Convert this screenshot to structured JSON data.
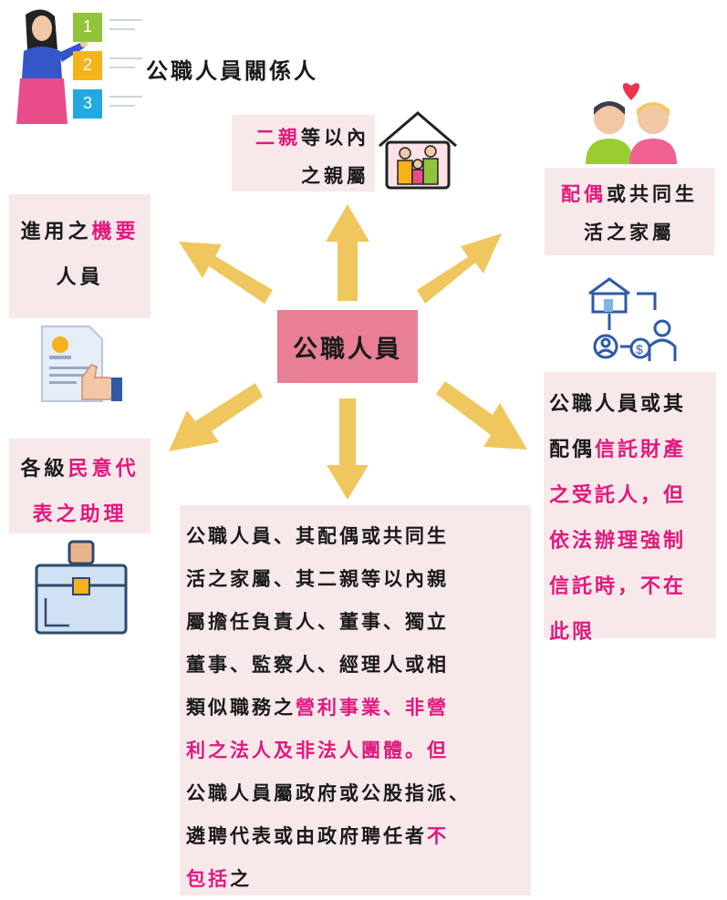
{
  "title": "公職人員關係人",
  "center": "公職人員",
  "boxes": {
    "relatives": {
      "lines": [
        [
          {
            "t": "二親",
            "c": "pink"
          },
          {
            "t": "等以內",
            "c": "black"
          }
        ],
        [
          {
            "t": "之親屬",
            "c": "black"
          }
        ]
      ]
    },
    "spouse": {
      "lines": [
        [
          {
            "t": "配偶",
            "c": "pink"
          },
          {
            "t": "或共同生",
            "c": "black"
          }
        ],
        [
          {
            "t": "活之家屬",
            "c": "black"
          }
        ]
      ]
    },
    "confidential": {
      "lines": [
        [
          {
            "t": "進用之",
            "c": "black"
          },
          {
            "t": "機要",
            "c": "pink"
          }
        ],
        [
          {
            "t": "人員",
            "c": "black"
          }
        ]
      ]
    },
    "assistant": {
      "lines": [
        [
          {
            "t": "各級",
            "c": "black"
          },
          {
            "t": "民意代",
            "c": "pink"
          }
        ],
        [
          {
            "t": "表之助理",
            "c": "pink"
          }
        ]
      ]
    },
    "trustee": {
      "lines": [
        [
          {
            "t": "公職人員或其",
            "c": "black"
          }
        ],
        [
          {
            "t": "配偶",
            "c": "black"
          },
          {
            "t": "信託財產",
            "c": "pink"
          }
        ],
        [
          {
            "t": "之受託人，但",
            "c": "pink"
          }
        ],
        [
          {
            "t": "依法辦理強制",
            "c": "pink"
          }
        ],
        [
          {
            "t": "信託時，不在",
            "c": "pink"
          }
        ],
        [
          {
            "t": "此限",
            "c": "pink"
          }
        ]
      ]
    },
    "enterprise": {
      "lines": [
        [
          {
            "t": "公職人員、其配偶或共同生",
            "c": "black"
          }
        ],
        [
          {
            "t": "活之家屬、其二親等以內親",
            "c": "black"
          }
        ],
        [
          {
            "t": "屬擔任負責人、董事、獨立",
            "c": "black"
          }
        ],
        [
          {
            "t": "董事、監察人、經理人或相",
            "c": "black"
          }
        ],
        [
          {
            "t": "類似職務之",
            "c": "black"
          },
          {
            "t": "營利事業、非營",
            "c": "pink"
          }
        ],
        [
          {
            "t": "利之法人及非法人團體。但",
            "c": "pink"
          }
        ],
        [
          {
            "t": "公職人員屬政府或公股指派、",
            "c": "black"
          }
        ],
        [
          {
            "t": "遴聘代表或由政府聘任者",
            "c": "black"
          },
          {
            "t": "不",
            "c": "pink"
          }
        ],
        [
          {
            "t": "包括",
            "c": "pink"
          },
          {
            "t": "之",
            "c": "black"
          }
        ]
      ]
    }
  },
  "list_numbers": [
    "1",
    "2",
    "3"
  ],
  "colors": {
    "pink": "#e0197d",
    "center_bg": "#e87f95",
    "box_bg": "#f7e8ea",
    "arrow": "#f0c75e"
  },
  "icons": [
    "presenter-icon",
    "family-house-icon",
    "couple-heart-icon",
    "resume-thumbs-up-icon",
    "briefcase-icon",
    "property-trust-icon"
  ]
}
